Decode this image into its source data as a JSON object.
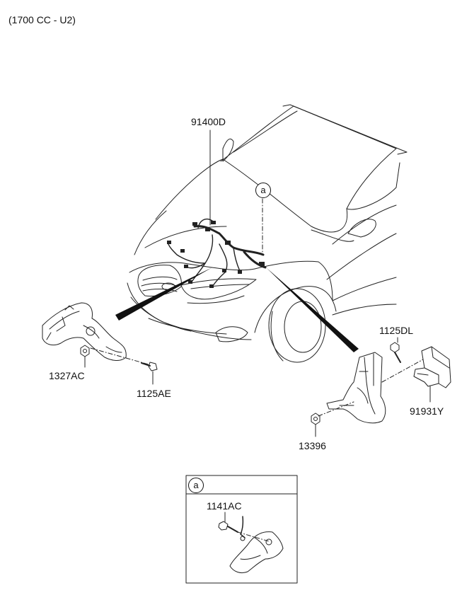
{
  "header": {
    "engine_note": "(1700 CC - U2)"
  },
  "callouts": {
    "main": "a",
    "detail": "a"
  },
  "part_labels": {
    "wiring_harness": "91400D",
    "bolt_right": "1125DL",
    "nut_left": "1327AC",
    "bolt_left": "1125AE",
    "bracket_right": "91931Y",
    "nut_right": "13396",
    "detail_bolt": "1141AC"
  }
}
